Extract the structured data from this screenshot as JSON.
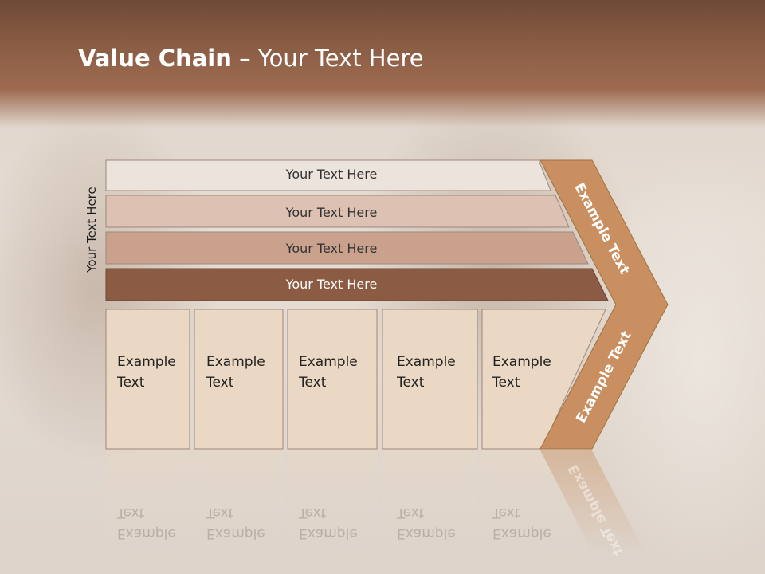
{
  "slide": {
    "title_bold": "Value Chain",
    "title_rest": " – Your Text Here",
    "vertical_label": "Your Text Here",
    "rows": [
      "Your Text Here",
      "Your Text Here",
      "Your Text Here",
      "Your Text Here"
    ],
    "boxes": [
      "Example\nText",
      "Example\nText",
      "Example\nText",
      "Example\nText",
      "Example\nText"
    ],
    "arrow_upper": "Example Text",
    "arrow_lower": "Example Text"
  },
  "colors": {
    "row1": "#ece3dc",
    "row2": "#ddc1b2",
    "row3": "#c9a18d",
    "row4": "#8b5b43",
    "box": "#ead8c4",
    "arrow": "#c98f60"
  }
}
